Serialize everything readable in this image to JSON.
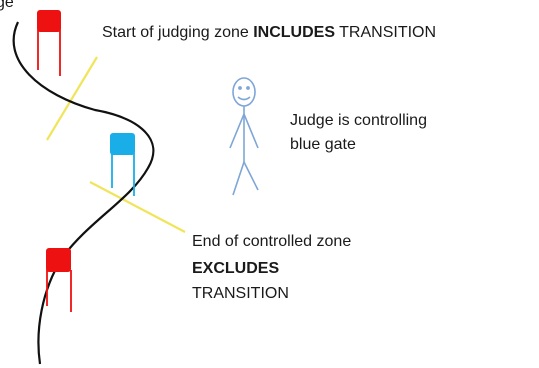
{
  "labels": {
    "top_left_fragment": "ge",
    "start_prefix": "Start of judging zone ",
    "start_bold": "INCLUDES",
    "start_suffix": " TRANSITION",
    "judge_line1": "Judge is controlling",
    "judge_line2": "blue gate",
    "end_line1": "End of controlled zone",
    "end_line2": "EXCLUDES",
    "end_line3": "TRANSITION"
  },
  "colors": {
    "gate_red": "#ee1111",
    "gate_blue": "#1aaee8",
    "zone_line": "#f0e55a",
    "course_line": "#111111",
    "judge_figure": "#7ea6d6"
  }
}
